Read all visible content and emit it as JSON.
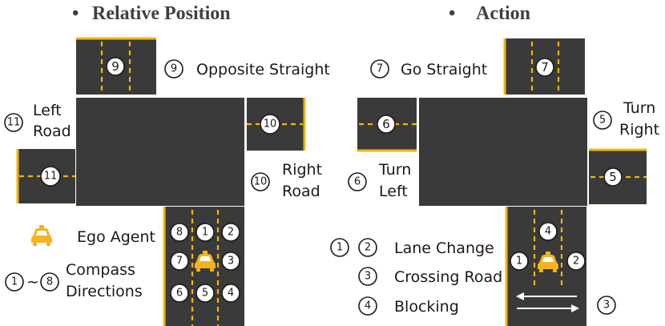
{
  "left_panel": {
    "heading": "Relative Position",
    "labels": {
      "opposite_straight": "Opposite Straight",
      "left_road_1": "Left",
      "left_road_2": "Road",
      "right_road_1": "Right",
      "right_road_2": "Road",
      "ego_agent": "Ego Agent",
      "compass_1": "Compass",
      "compass_2": "Directions",
      "tilde": "~"
    },
    "numbers": {
      "opp": "9",
      "right": "10",
      "left": "11",
      "n8": "8",
      "n1": "1",
      "n2": "2",
      "n7": "7",
      "n3": "3",
      "n6": "6",
      "n5": "5",
      "n4": "4"
    }
  },
  "right_panel": {
    "heading": "Action",
    "labels": {
      "go_straight": "Go Straight",
      "turn_right_1": "Turn",
      "turn_right_2": "Right",
      "turn_left_1": "Turn",
      "turn_left_2": "Left",
      "lane_change": "Lane Change",
      "crossing_road": "Crossing Road",
      "blocking": "Blocking"
    },
    "numbers": {
      "straight": "7",
      "tright": "5",
      "tleft": "6",
      "n4": "4",
      "n1": "1",
      "n2": "2",
      "n3": "3"
    }
  },
  "bullet": "•",
  "colors": {
    "road": "#3a3a3a",
    "lane": "#f2b705",
    "car": "#f5b320"
  },
  "icons": [
    "taxi-icon",
    "double-arrow-icon"
  ]
}
